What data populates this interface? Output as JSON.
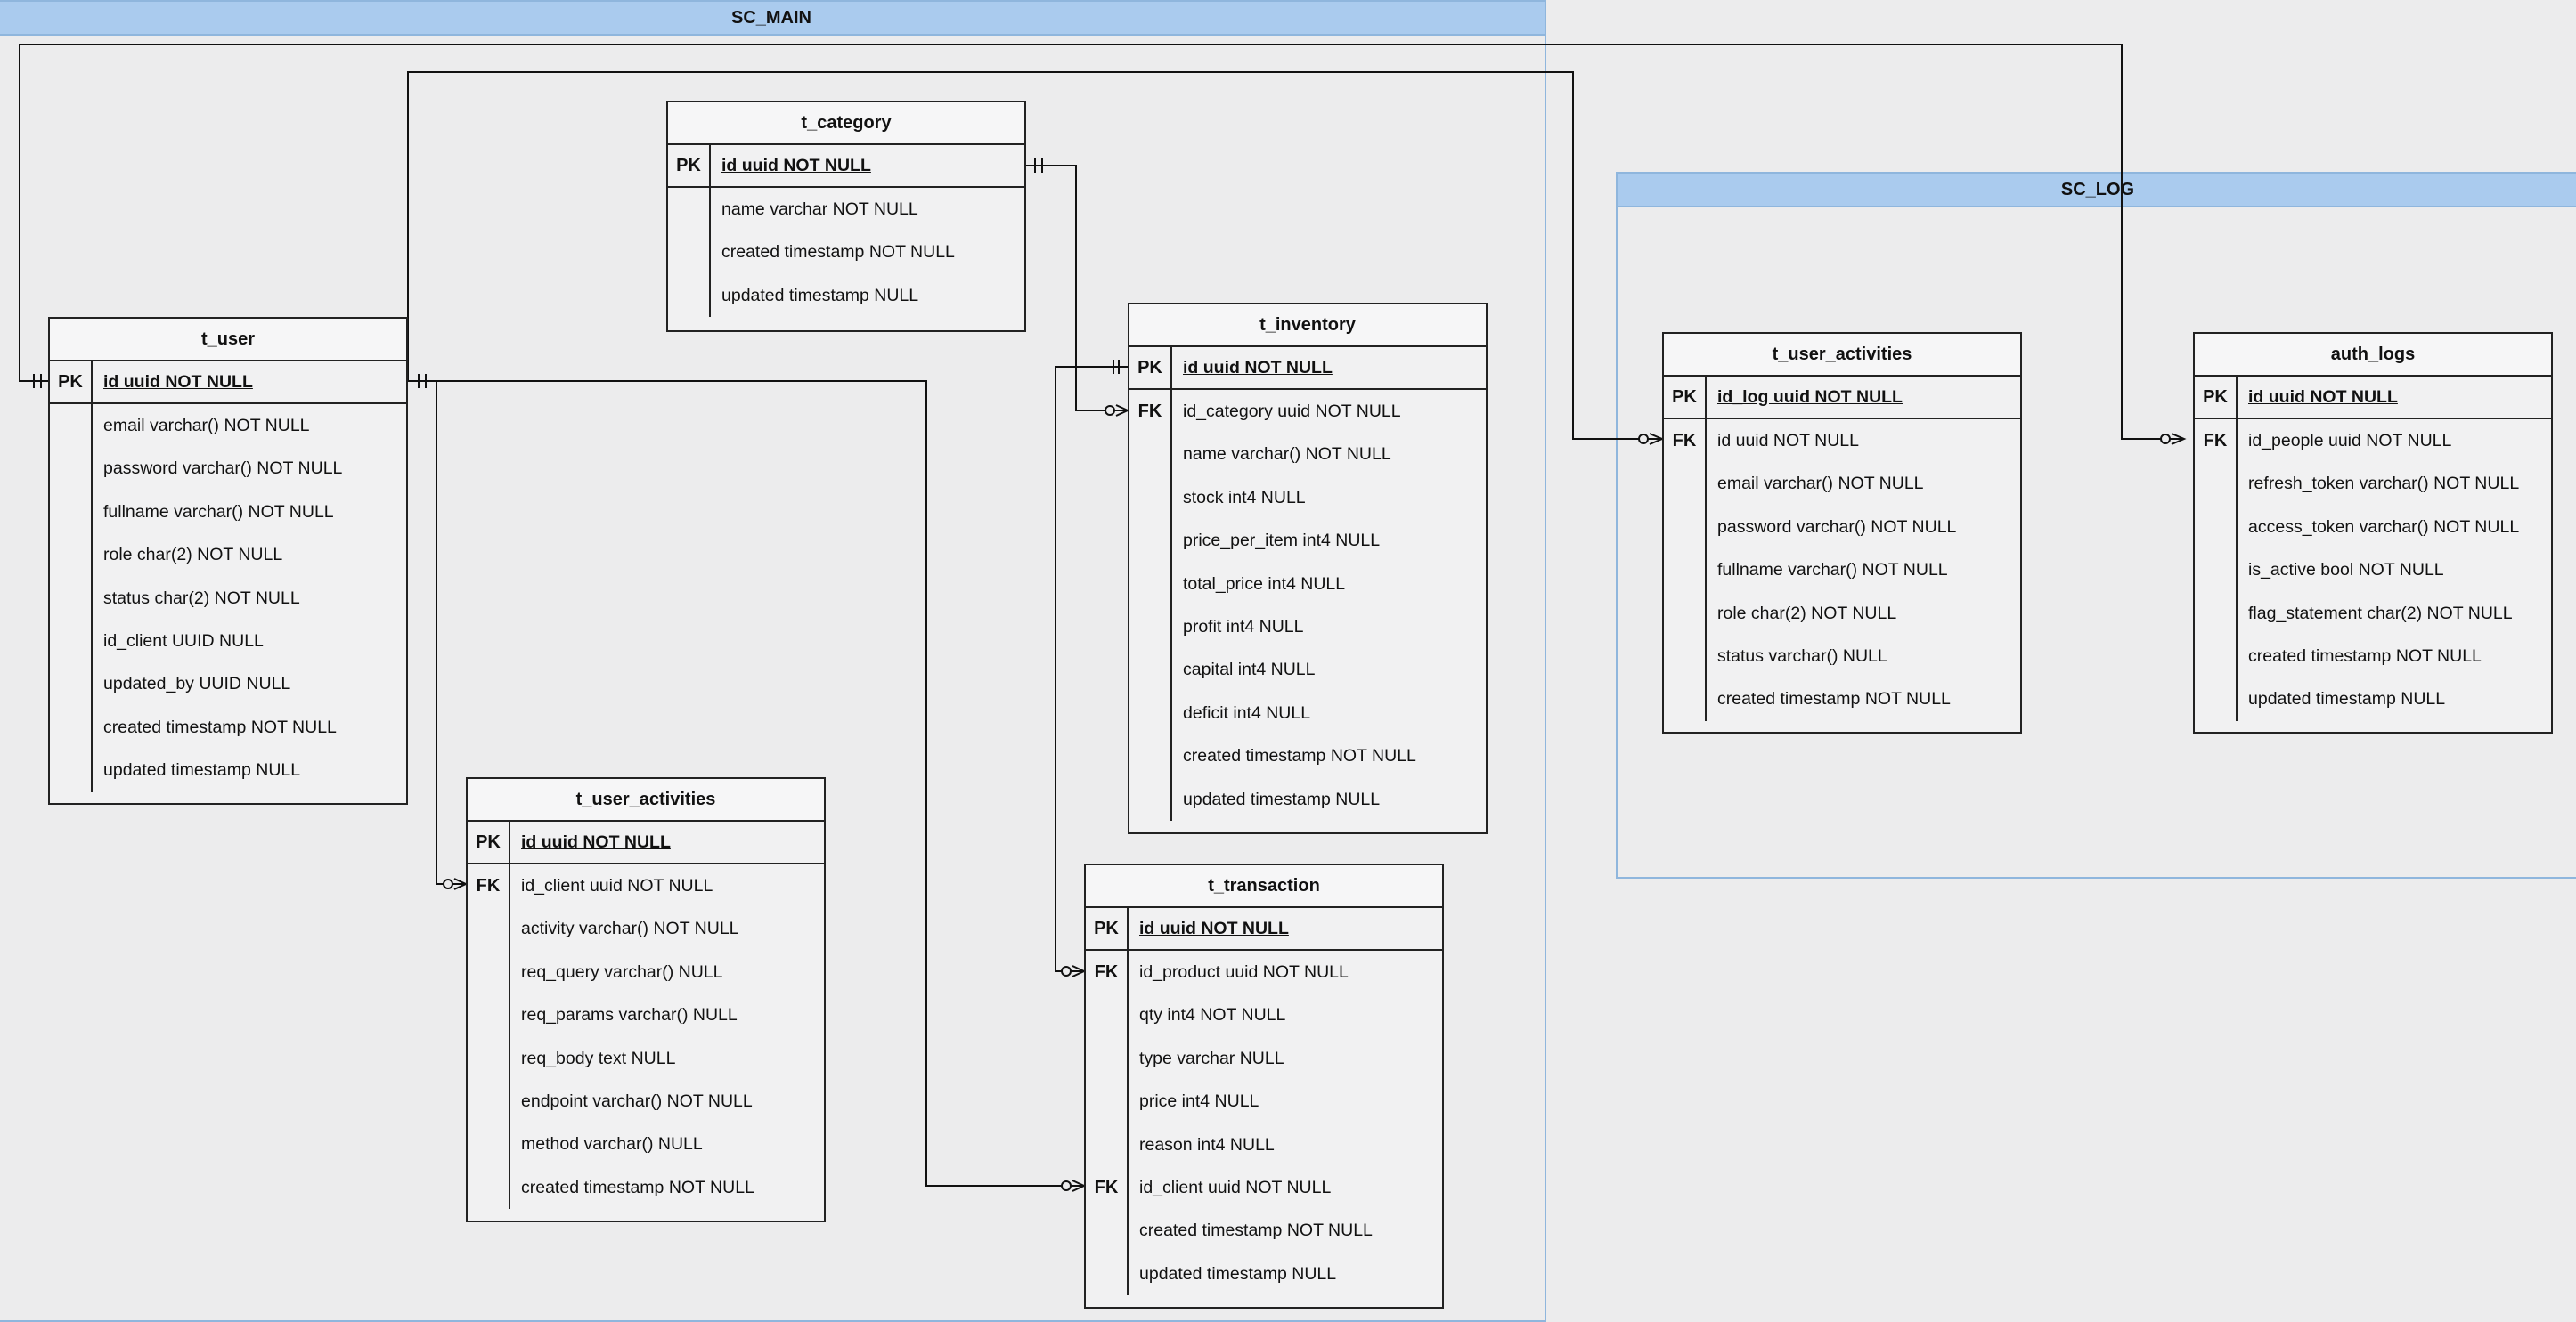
{
  "schemas": {
    "sc_main": "SC_MAIN",
    "sc_log": "SC_LOG"
  },
  "tables": {
    "t_user": {
      "title": "t_user",
      "pk": {
        "key": "PK",
        "field": "id uuid NOT NULL"
      },
      "rows": [
        {
          "key": "",
          "field": "email varchar() NOT NULL"
        },
        {
          "key": "",
          "field": "password varchar() NOT NULL"
        },
        {
          "key": "",
          "field": "fullname varchar() NOT NULL"
        },
        {
          "key": "",
          "field": "role char(2) NOT NULL"
        },
        {
          "key": "",
          "field": "status char(2) NOT NULL"
        },
        {
          "key": "",
          "field": "id_client UUID NULL"
        },
        {
          "key": "",
          "field": "updated_by UUID NULL"
        },
        {
          "key": "",
          "field": "created timestamp NOT NULL"
        },
        {
          "key": "",
          "field": "updated timestamp NULL"
        }
      ]
    },
    "t_category": {
      "title": "t_category",
      "pk": {
        "key": "PK",
        "field": "id uuid NOT NULL"
      },
      "rows": [
        {
          "key": "",
          "field": "name varchar NOT NULL"
        },
        {
          "key": "",
          "field": "created timestamp NOT NULL"
        },
        {
          "key": "",
          "field": "updated timestamp NULL"
        }
      ]
    },
    "t_inventory": {
      "title": "t_inventory",
      "pk": {
        "key": "PK",
        "field": "id uuid NOT NULL"
      },
      "rows": [
        {
          "key": "FK",
          "field": "id_category uuid NOT NULL"
        },
        {
          "key": "",
          "field": "name varchar() NOT NULL"
        },
        {
          "key": "",
          "field": "stock int4 NULL"
        },
        {
          "key": "",
          "field": "price_per_item int4 NULL"
        },
        {
          "key": "",
          "field": "total_price int4 NULL"
        },
        {
          "key": "",
          "field": "profit int4  NULL"
        },
        {
          "key": "",
          "field": "capital int4 NULL"
        },
        {
          "key": "",
          "field": "deficit int4 NULL"
        },
        {
          "key": "",
          "field": "created timestamp NOT NULL"
        },
        {
          "key": "",
          "field": "updated timestamp NULL"
        }
      ]
    },
    "t_user_activities": {
      "title": "t_user_activities",
      "pk": {
        "key": "PK",
        "field": "id uuid NOT NULL"
      },
      "rows": [
        {
          "key": "FK",
          "field": "id_client uuid NOT NULL"
        },
        {
          "key": "",
          "field": "activity varchar() NOT NULL"
        },
        {
          "key": "",
          "field": "req_query varchar() NULL"
        },
        {
          "key": "",
          "field": "req_params varchar() NULL"
        },
        {
          "key": "",
          "field": "req_body text NULL"
        },
        {
          "key": "",
          "field": "endpoint varchar() NOT NULL"
        },
        {
          "key": "",
          "field": "method varchar() NULL"
        },
        {
          "key": "",
          "field": "created timestamp NOT NULL"
        }
      ]
    },
    "t_transaction": {
      "title": "t_transaction",
      "pk": {
        "key": "PK",
        "field": "id uuid NOT NULL"
      },
      "rows": [
        {
          "key": "FK",
          "field": "id_product uuid NOT NULL"
        },
        {
          "key": "",
          "field": "qty int4 NOT NULL"
        },
        {
          "key": "",
          "field": "type varchar NULL"
        },
        {
          "key": "",
          "field": "price int4 NULL"
        },
        {
          "key": "",
          "field": "reason int4  NULL"
        },
        {
          "key": "FK",
          "field": "id_client uuid NOT NULL"
        },
        {
          "key": "",
          "field": "created timestamp NOT NULL"
        },
        {
          "key": "",
          "field": "updated timestamp NULL"
        }
      ]
    },
    "log_user_activities": {
      "title": "t_user_activities",
      "pk": {
        "key": "PK",
        "field": "id_log uuid NOT NULL"
      },
      "rows": [
        {
          "key": "FK",
          "field": "id uuid NOT NULL"
        },
        {
          "key": "",
          "field": "email varchar() NOT NULL"
        },
        {
          "key": "",
          "field": "password varchar()  NOT NULL"
        },
        {
          "key": "",
          "field": "fullname varchar() NOT NULL"
        },
        {
          "key": "",
          "field": "role char(2) NOT NULL"
        },
        {
          "key": "",
          "field": "status varchar() NULL"
        },
        {
          "key": "",
          "field": "created timestamp NOT NULL"
        }
      ]
    },
    "auth_logs": {
      "title": "auth_logs",
      "pk": {
        "key": "PK",
        "field": "id uuid NOT NULL"
      },
      "rows": [
        {
          "key": "FK",
          "field": "id_people uuid NOT NULL"
        },
        {
          "key": "",
          "field": "refresh_token varchar() NOT NULL"
        },
        {
          "key": "",
          "field": "access_token varchar()  NOT NULL"
        },
        {
          "key": "",
          "field": "is_active bool NOT NULL"
        },
        {
          "key": "",
          "field": "flag_statement char(2) NOT NULL"
        },
        {
          "key": "",
          "field": "created timestamp NOT NULL"
        },
        {
          "key": "",
          "field": "updated timestamp NULL"
        }
      ]
    }
  }
}
